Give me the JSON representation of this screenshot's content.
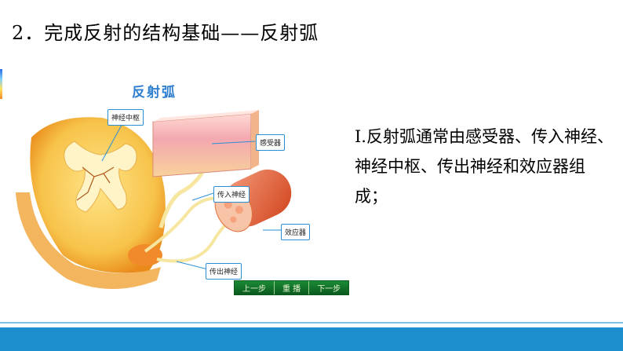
{
  "slide": {
    "title": "2．完成反射的结构基础——反射弧",
    "description": "I.反射弧通常由感受器、传入神经、神经中枢、传出神经和效应器组成；"
  },
  "figure": {
    "title": "反射弧",
    "labels": {
      "center": "神经中枢",
      "receptor": "感受器",
      "afferent": "传入神经",
      "effector": "效应器",
      "efferent": "传出神经"
    },
    "controls": {
      "prev": "上一步",
      "replay": "重 播",
      "next": "下一步"
    }
  }
}
